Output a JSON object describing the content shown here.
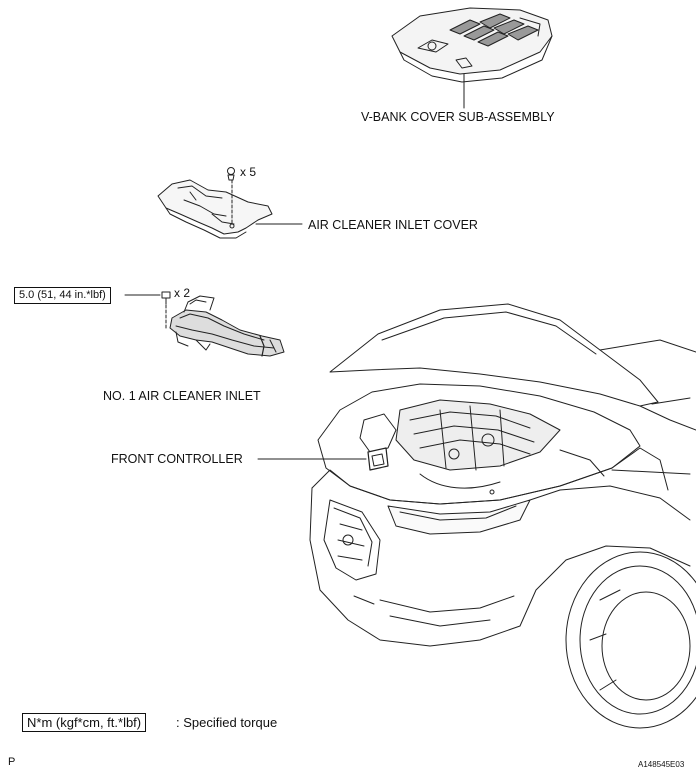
{
  "labels": {
    "v_bank_cover": "V-BANK COVER SUB-ASSEMBLY",
    "air_cleaner_inlet_cover": "AIR CLEANER INLET COVER",
    "no1_air_cleaner_inlet": "NO. 1 AIR CLEANER INLET",
    "front_controller": "FRONT CONTROLLER"
  },
  "quantities": {
    "clip_count": "x 5",
    "bolt_count": "x 2"
  },
  "torque": {
    "value": "5.0 (51, 44 in.*lbf)"
  },
  "legend": {
    "unit_box": "N*m (kgf*cm, ft.*lbf)",
    "description": ": Specified torque"
  },
  "footer": {
    "corner_letter": "P",
    "figure_code": "A148545E03"
  }
}
